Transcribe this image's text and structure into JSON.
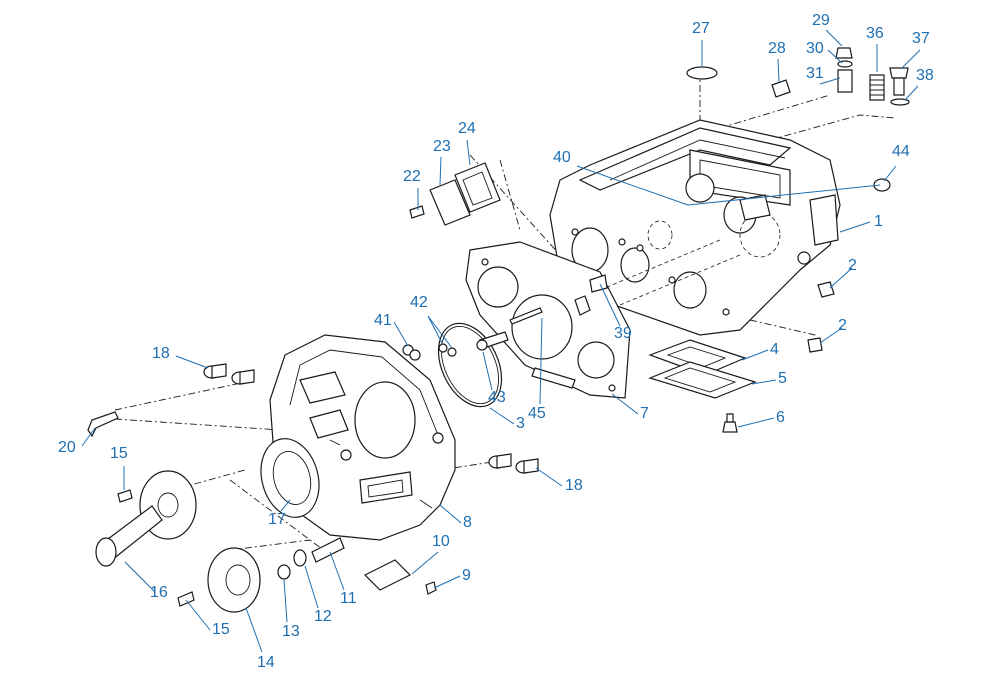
{
  "diagram": {
    "colors": {
      "label": "#1f6fb2",
      "line": "#1a1a1a",
      "background": "#ffffff"
    },
    "callouts": [
      {
        "id": "c1",
        "text": "1"
      },
      {
        "id": "c2a",
        "text": "2"
      },
      {
        "id": "c2b",
        "text": "2"
      },
      {
        "id": "c3",
        "text": "3"
      },
      {
        "id": "c4",
        "text": "4"
      },
      {
        "id": "c5",
        "text": "5"
      },
      {
        "id": "c6",
        "text": "6"
      },
      {
        "id": "c7",
        "text": "7"
      },
      {
        "id": "c8",
        "text": "8"
      },
      {
        "id": "c9",
        "text": "9"
      },
      {
        "id": "c10",
        "text": "10"
      },
      {
        "id": "c11",
        "text": "11"
      },
      {
        "id": "c12",
        "text": "12"
      },
      {
        "id": "c13",
        "text": "13"
      },
      {
        "id": "c14",
        "text": "14"
      },
      {
        "id": "c15a",
        "text": "15"
      },
      {
        "id": "c15b",
        "text": "15"
      },
      {
        "id": "c16",
        "text": "16"
      },
      {
        "id": "c17",
        "text": "17"
      },
      {
        "id": "c18a",
        "text": "18"
      },
      {
        "id": "c18b",
        "text": "18"
      },
      {
        "id": "c20",
        "text": "20"
      },
      {
        "id": "c22",
        "text": "22"
      },
      {
        "id": "c23",
        "text": "23"
      },
      {
        "id": "c24",
        "text": "24"
      },
      {
        "id": "c27",
        "text": "27"
      },
      {
        "id": "c28",
        "text": "28"
      },
      {
        "id": "c29",
        "text": "29"
      },
      {
        "id": "c30",
        "text": "30"
      },
      {
        "id": "c31",
        "text": "31"
      },
      {
        "id": "c36",
        "text": "36"
      },
      {
        "id": "c37",
        "text": "37"
      },
      {
        "id": "c38",
        "text": "38"
      },
      {
        "id": "c39",
        "text": "39"
      },
      {
        "id": "c40",
        "text": "40"
      },
      {
        "id": "c41",
        "text": "41"
      },
      {
        "id": "c42",
        "text": "42"
      },
      {
        "id": "c43",
        "text": "43"
      },
      {
        "id": "c44",
        "text": "44"
      },
      {
        "id": "c45",
        "text": "45"
      }
    ]
  }
}
